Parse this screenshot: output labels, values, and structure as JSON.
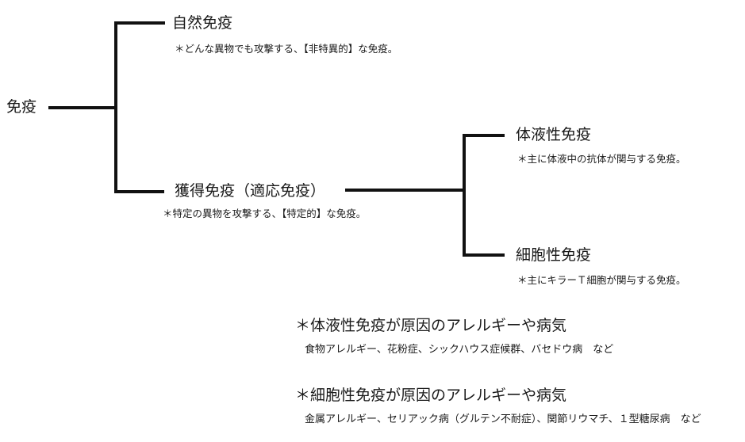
{
  "nodes": {
    "root": "免疫",
    "innate": "自然免疫",
    "innate_note": "＊どんな異物でも攻撃する、【非特異的】な免疫。",
    "acquired": "獲得免疫（適応免疫）",
    "acquired_note": "＊特定の異物を攻撃する、【特定的】な免疫。",
    "humoral": "体液性免疫",
    "humoral_note": "＊主に体液中の抗体が関与する免疫。",
    "cellular": "細胞性免疫",
    "cellular_note": "＊主にキラーＴ細胞が関与する免疫。"
  },
  "notes": {
    "humoral_heading": "＊体液性免疫が原因のアレルギーや病気",
    "humoral_examples": "食物アレルギー、花粉症、シックハウス症候群、バセドウ病　など",
    "cellular_heading": "＊細胞性免疫が原因のアレルギーや病気",
    "cellular_examples": "金属アレルギー、セリアック病（グルテン不耐症）、関節リウマチ、１型糖尿病　など"
  }
}
